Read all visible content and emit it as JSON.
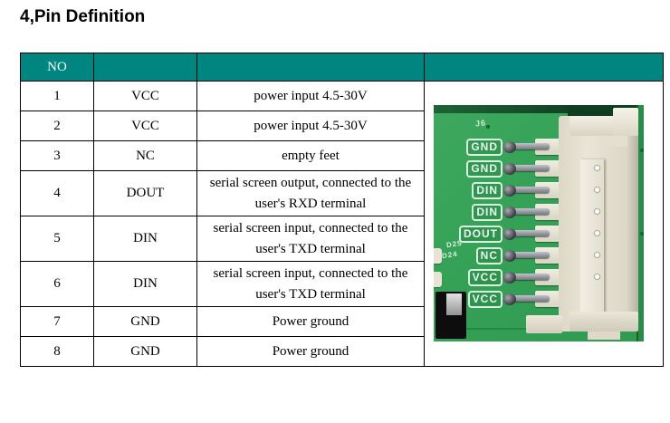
{
  "page": {
    "title": "4,Pin Definition"
  },
  "table": {
    "header": {
      "no": "NO",
      "name": "",
      "description": "",
      "image": ""
    },
    "rows": [
      {
        "no": "1",
        "name": "VCC",
        "description": "power input 4.5-30V"
      },
      {
        "no": "2",
        "name": "VCC",
        "description": "power input 4.5-30V"
      },
      {
        "no": "3",
        "name": "NC",
        "description": "empty feet"
      },
      {
        "no": "4",
        "name": "DOUT",
        "description": "serial screen output, connected to the user's RXD terminal"
      },
      {
        "no": "5",
        "name": "DIN",
        "description": "serial screen input, connected to the user's TXD terminal"
      },
      {
        "no": "6",
        "name": "DIN",
        "description": "serial screen input, connected to the user's TXD terminal"
      },
      {
        "no": "7",
        "name": "GND",
        "description": "Power ground"
      },
      {
        "no": "8",
        "name": "GND",
        "description": "Power ground"
      }
    ]
  },
  "pcb": {
    "connector_ref": "J6",
    "pin_labels": [
      "GND",
      "GND",
      "DIN",
      "DIN",
      "DOUT",
      "NC",
      "VCC",
      "VCC"
    ],
    "silkscreen_small": [
      "D25",
      "D24"
    ]
  },
  "colors": {
    "header_teal": "#008580",
    "table_border": "#000000",
    "board_green": "#34a156",
    "silkscreen_white": "#e9f7ee",
    "connector_beige": "#e4e0d2"
  }
}
